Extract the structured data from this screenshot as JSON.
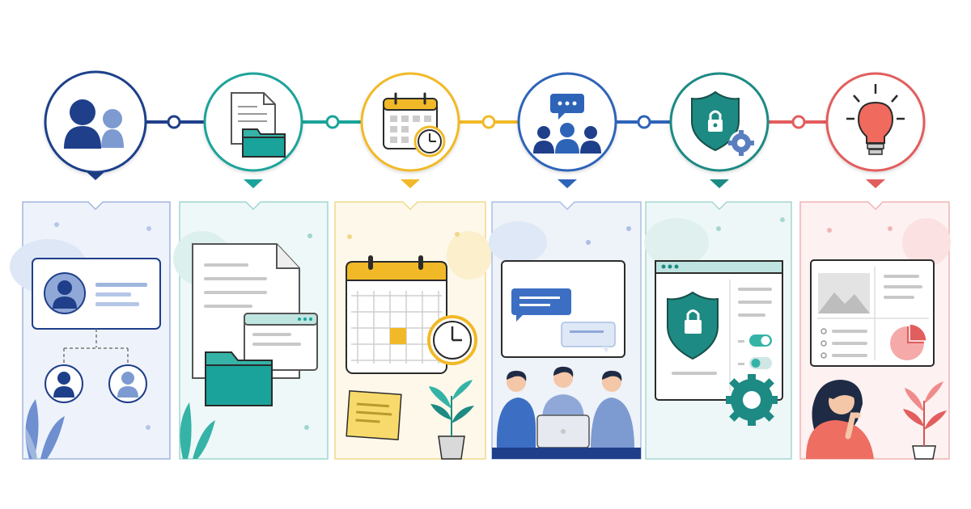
{
  "steps": [
    {
      "id": "team",
      "icon": "user-group-icon",
      "color": "#1f3f8a",
      "light": "#eef3fb",
      "illustration": "org-profile-card"
    },
    {
      "id": "documents",
      "icon": "document-folder-icon",
      "color": "#1aa39a",
      "light": "#edf8f8",
      "illustration": "document-folder-window"
    },
    {
      "id": "schedule",
      "icon": "calendar-clock-icon",
      "color": "#f1b928",
      "light": "#fdf8ea",
      "illustration": "calendar-sticky-note"
    },
    {
      "id": "communicate",
      "icon": "chat-team-icon",
      "color": "#2e64b8",
      "light": "#eef2f9",
      "illustration": "chat-window-people"
    },
    {
      "id": "security",
      "icon": "shield-lock-gear-icon",
      "color": "#1d8a83",
      "light": "#eef7f7",
      "illustration": "secure-settings-window"
    },
    {
      "id": "insight",
      "icon": "lightbulb-icon",
      "color": "#e25d5d",
      "light": "#fdf1f1",
      "illustration": "analytics-thinking-person"
    }
  ],
  "colors": {
    "navy": "#1f3f8a",
    "teal": "#1aa39a",
    "gold": "#f1b928",
    "blue": "#2e64b8",
    "dark_teal": "#1d8a83",
    "coral": "#e25d5d"
  }
}
